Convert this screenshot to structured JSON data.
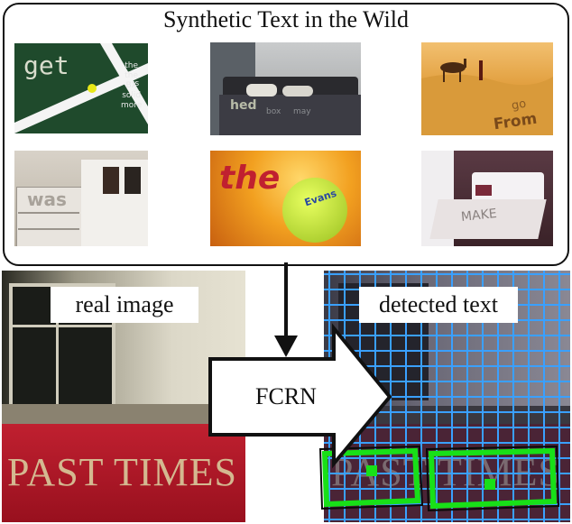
{
  "panel": {
    "title": "Synthetic Text in the Wild",
    "thumbs": [
      {
        "words": [
          "get",
          "the",
          "the",
          "BX",
          "is",
          "solid",
          "more"
        ]
      },
      {
        "words": [
          "hed",
          "box",
          "may"
        ]
      },
      {
        "words": [
          "go",
          "From"
        ]
      },
      {
        "words": [
          "was"
        ]
      },
      {
        "words": [
          "the",
          "Evans"
        ]
      },
      {
        "words": [
          "MAKE"
        ]
      }
    ]
  },
  "left_image": {
    "label": "real image",
    "sign_text": "PAST TIMES"
  },
  "right_image": {
    "label": "detected text",
    "sign_text": "PAST TIMES"
  },
  "arrow": {
    "label": "FCRN"
  },
  "colors": {
    "grid": "#3aa0ff",
    "detection_box": "#18e018",
    "sign_red": "#b0182a"
  }
}
